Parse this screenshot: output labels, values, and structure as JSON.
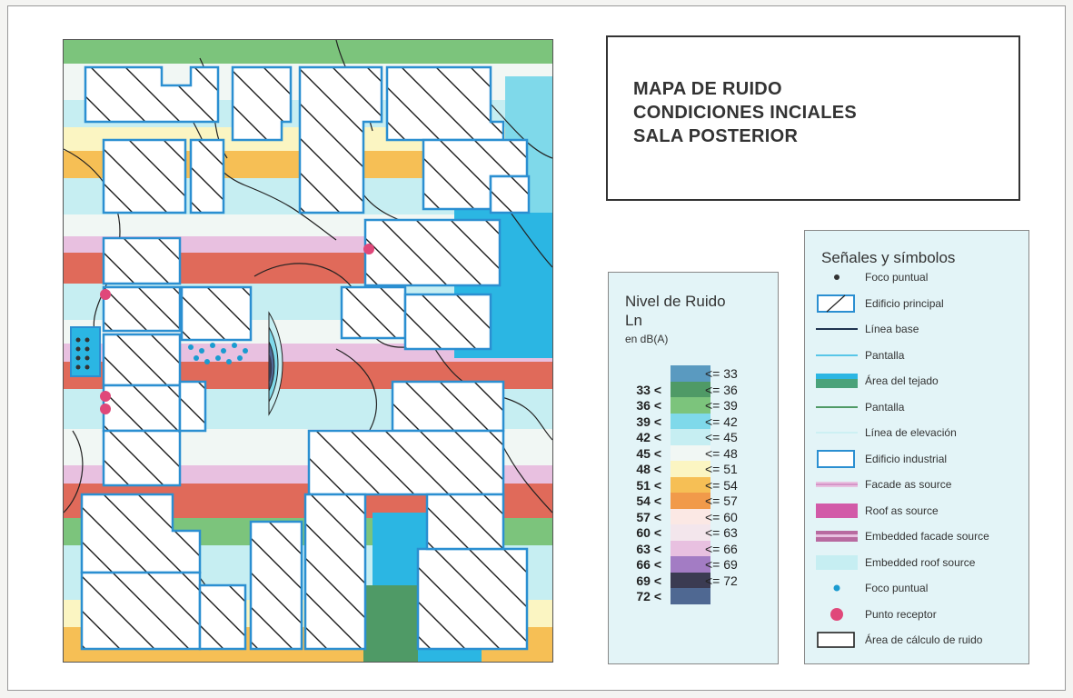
{
  "title": {
    "line1": "MAPA DE RUIDO",
    "line2": "CONDICIONES INCIALES",
    "line3": "SALA POSTERIOR"
  },
  "noise_scale": {
    "heading1": "Nivel de Ruido",
    "heading2": "Ln",
    "heading3": "en dB(A)",
    "levels": [
      {
        "left": "",
        "right": "<= 33",
        "color": "#5a9ac0"
      },
      {
        "left": "33 <",
        "right": "<= 36",
        "color": "#4f9a66"
      },
      {
        "left": "36 <",
        "right": "<= 39",
        "color": "#7cc47c"
      },
      {
        "left": "39 <",
        "right": "<= 42",
        "color": "#7fd9ea"
      },
      {
        "left": "42 <",
        "right": "<= 45",
        "color": "#c6eef2"
      },
      {
        "left": "45 <",
        "right": "<= 48",
        "color": "#f1f7f4"
      },
      {
        "left": "48 <",
        "right": "<= 51",
        "color": "#fbf5c2"
      },
      {
        "left": "51 <",
        "right": "<= 54",
        "color": "#f6bf55"
      },
      {
        "left": "54 <",
        "right": "<= 57",
        "color": "#f19a4a"
      },
      {
        "left": "57 <",
        "right": "<= 60",
        "color": "#fbe8e4"
      },
      {
        "left": "60 <",
        "right": "<= 63",
        "color": "#f3e6ec"
      },
      {
        "left": "63 <",
        "right": "<= 66",
        "color": "#e8c0e0"
      },
      {
        "left": "66 <",
        "right": "<= 69",
        "color": "#a37cc4"
      },
      {
        "left": "69 <",
        "right": "<= 72",
        "color": "#3b3b52"
      },
      {
        "left": "72 <",
        "right": "",
        "color": "#4f6892"
      }
    ]
  },
  "legend": {
    "heading": "Señales y símbolos",
    "items": [
      {
        "label": "Foco puntual",
        "icon": "point-source-dot-icon"
      },
      {
        "label": "Edificio principal",
        "icon": "main-building-icon"
      },
      {
        "label": "Línea base",
        "icon": "base-line-icon"
      },
      {
        "label": "Pantalla",
        "icon": "screen-line-icon"
      },
      {
        "label": "Área del tejado",
        "icon": "roof-area-icon"
      },
      {
        "label": "Pantalla",
        "icon": "screen-green-line-icon"
      },
      {
        "label": "Línea de elevación",
        "icon": "elevation-line-icon"
      },
      {
        "label": "Edificio industrial",
        "icon": "industrial-building-icon"
      },
      {
        "label": "Facade as source",
        "icon": "facade-source-icon"
      },
      {
        "label": "Roof as source",
        "icon": "roof-source-icon"
      },
      {
        "label": "Embedded facade source",
        "icon": "embedded-facade-icon"
      },
      {
        "label": "Embedded roof source",
        "icon": "embedded-roof-icon"
      },
      {
        "label": "Foco puntual",
        "icon": "point-source-blue-icon"
      },
      {
        "label": "Punto receptor",
        "icon": "receiver-point-icon"
      },
      {
        "label": "Área de cálculo de ruido",
        "icon": "calc-area-icon"
      }
    ]
  },
  "colors": {
    "building_outline": "#2b8fd1",
    "contour": "#222222",
    "receiver": "#e0487a",
    "point_source": "#1a9bd0"
  }
}
